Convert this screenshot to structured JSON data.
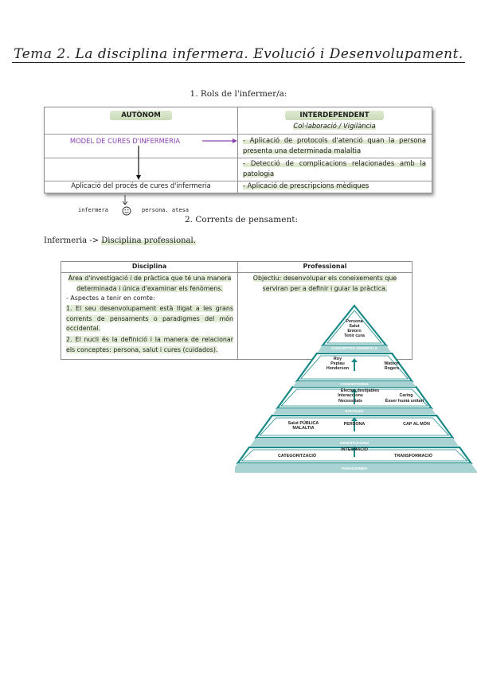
{
  "title": "Tema 2. La disciplina infermera. Evolució i Desenvolupament.",
  "section1": {
    "heading": "1. Rols de l'infermer/a:"
  },
  "roles_table": {
    "headers": {
      "autonom": "AUTÒNOM",
      "interdependent": "INTERDEPENDENT",
      "interdependent_sub": "Col·laboració / Vigilància"
    },
    "model": "MODEL DE CURES D'INFERMERIA",
    "proces": "Aplicació del procés de cures d'infermeria",
    "interdependent_items": [
      "- Aplicació de protocols d'atenció quan la persona presenta una determinada malaltia",
      "- Detecció de complicacions relacionades amb la patologia",
      "- Aplicació de prescripcions mèdiques"
    ]
  },
  "annotations": {
    "infermera": "infermera",
    "persona": "persona. atesa"
  },
  "section2": {
    "heading": "2. Corrents de pensament:"
  },
  "infermeria_line": {
    "prefix": "Infermeria ->",
    "highlight": "Disciplina professional."
  },
  "disc_table": {
    "disciplina_header": "Disciplina",
    "professional_header": "Professional",
    "disciplina_def": "Àrea d'investigació i de pràctica que té una manera determinada i única d'examinar els fenòmens.",
    "aspectes": "- Aspectes a tenir en comte:",
    "point1": "1. El seu desenvolupament està lligat a les grans corrents de pensaments o paradigmes del món occidental.",
    "point2": "2. El nucli és la definició i la manera de relacionar els conceptes: persona, salut i cures (cuidados).",
    "professional_def": "Objectiu: desenvolupar els coneixements que serviran per a definir i guiar la pràctica."
  },
  "pyramid": {
    "top": [
      "Persona",
      "Salut",
      "Entorn",
      "Tenir cura"
    ],
    "concepts_label": "CONCEPTES GENERALS",
    "level2_left": [
      "Roy",
      "Peplau",
      "Henderson"
    ],
    "level2_right": [
      "Watson",
      "Rogers"
    ],
    "concepcions_label": "CONCEPCIONS",
    "level3_left": [
      "Efectes desitjables",
      "Interaccions",
      "Necessitats"
    ],
    "level3_right": [
      "Caring",
      "Ésser humà unitari"
    ],
    "escoles_label": "ESCOLES",
    "level4": {
      "left": [
        "Salut PÚBLICA",
        "MALALTIA"
      ],
      "center": "PERSONA",
      "right": "CAP AL MÓN"
    },
    "orientacions_label": "ORIENTACIONS",
    "level5": {
      "left": "CATEGORITZACIÓ",
      "center": "INTEGRACIÓ",
      "right": "TRANSFORMACIÓ"
    },
    "paradigmes_label": "PARADIGMES",
    "colors": {
      "band": "#a9d3d2",
      "frame": "#1a8a88",
      "text": "#222222"
    }
  }
}
